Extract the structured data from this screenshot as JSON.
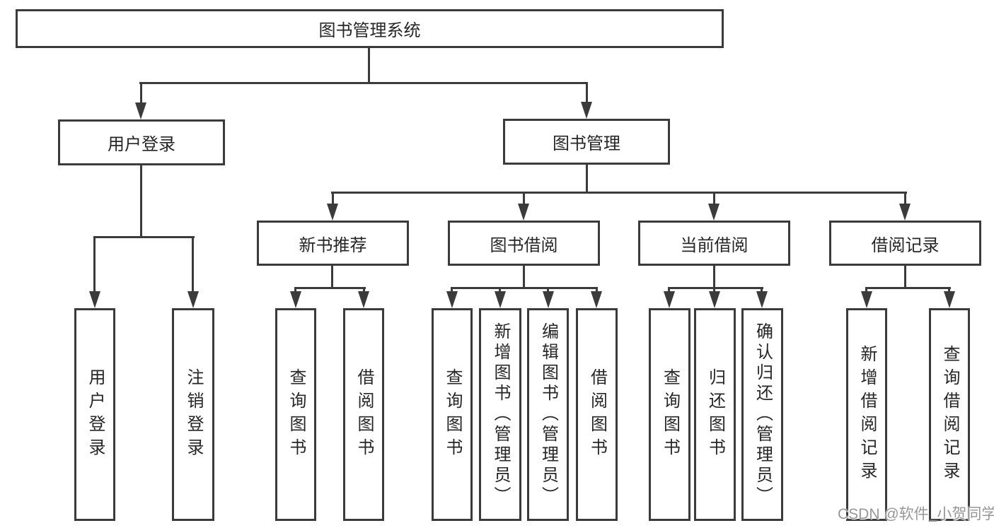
{
  "diagram": {
    "root": {
      "label": "图书管理系统"
    },
    "branches": [
      {
        "label": "用户登录",
        "children": [
          {
            "label": "用户登录"
          },
          {
            "label": "注销登录"
          }
        ]
      },
      {
        "label": "图书管理",
        "children": [
          {
            "label": "新书推荐",
            "children": [
              {
                "label": "查询图书"
              },
              {
                "label": "借阅图书"
              }
            ]
          },
          {
            "label": "图书借阅",
            "children": [
              {
                "label": "查询图书"
              },
              {
                "label": "新增图书（管理员）"
              },
              {
                "label": "编辑图书（管理员）"
              },
              {
                "label": "借阅图书"
              }
            ]
          },
          {
            "label": "当前借阅",
            "children": [
              {
                "label": "查询图书"
              },
              {
                "label": "归还图书"
              },
              {
                "label": "确认归还（管理员）"
              }
            ]
          },
          {
            "label": "借阅记录",
            "children": [
              {
                "label": "新增借阅记录"
              },
              {
                "label": "查询借阅记录"
              }
            ]
          }
        ]
      }
    ]
  },
  "watermark": {
    "text": "CSDN @软件_小贺同学"
  },
  "colors": {
    "line": "#3b3b3b",
    "text": "#262626",
    "watermark": "#979797",
    "background": "#ffffff"
  }
}
